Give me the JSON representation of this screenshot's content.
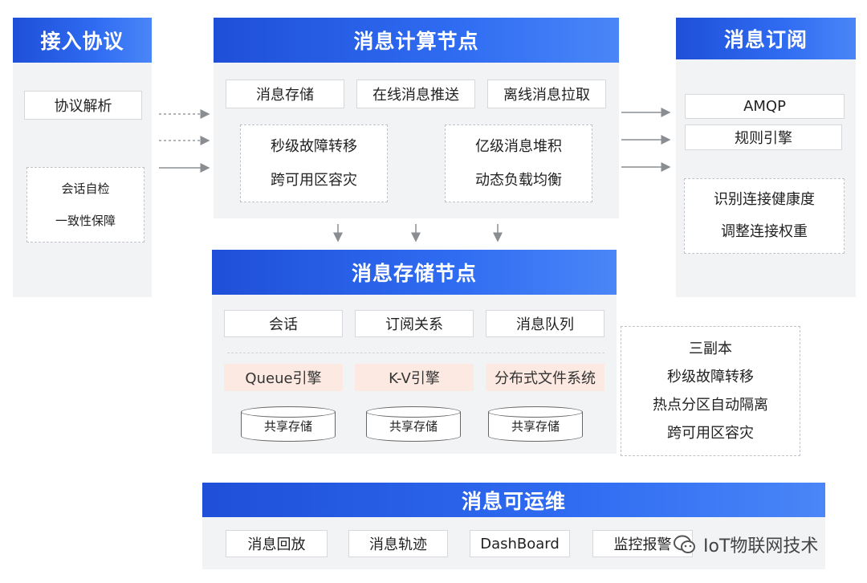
{
  "access": {
    "title": "接入协议",
    "parse": "协议解析",
    "items": [
      "会话自检",
      "一致性保障"
    ]
  },
  "compute": {
    "title": "消息计算节点",
    "tabs": [
      "消息存储",
      "在线消息推送",
      "离线消息拉取"
    ],
    "left_box": [
      "秒级故障转移",
      "跨可用区容灾"
    ],
    "right_box": [
      "亿级消息堆积",
      "动态负载均衡"
    ]
  },
  "subscribe": {
    "title": "消息订阅",
    "items": [
      "AMQP",
      "规则引擎"
    ],
    "box": [
      "识别连接健康度",
      "调整连接权重"
    ]
  },
  "storage": {
    "title": "消息存储节点",
    "tabs": [
      "会话",
      "订阅关系",
      "消息队列"
    ],
    "engines": [
      "Queue引擎",
      "K-V引擎",
      "分布式文件系统"
    ],
    "shared": [
      "共享存储",
      "共享存储",
      "共享存储"
    ]
  },
  "replica": {
    "items": [
      "三副本",
      "秒级故障转移",
      "热点分区自动隔离",
      "跨可用区容灾"
    ]
  },
  "ops": {
    "title": "消息可运维",
    "items": [
      "消息回放",
      "消息轨迹",
      "DashBoard",
      "监控报警"
    ]
  },
  "watermark": {
    "text": "IoT物联网技术"
  },
  "colors": {
    "header_blue": "#2f6cf2",
    "engine_bg": "#fbe9e2",
    "panel_bg": "#f2f3f5"
  }
}
